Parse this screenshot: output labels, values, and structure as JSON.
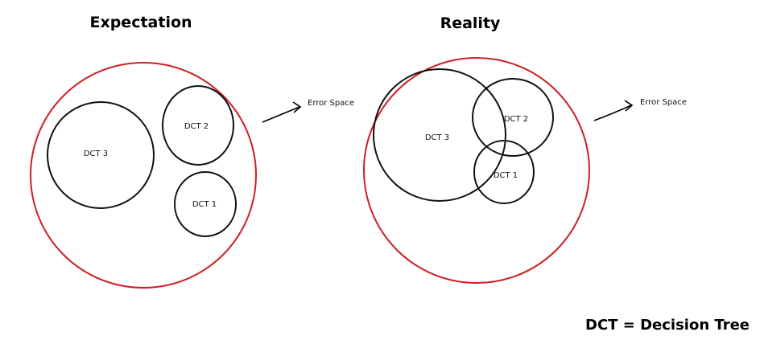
{
  "colors": {
    "boundary": "#cc1f24",
    "set": "#111111",
    "text": "#000000"
  },
  "panels": [
    {
      "title": "Expectation",
      "annotation": "Error Space",
      "circles": [
        {
          "label": "DCT 3"
        },
        {
          "label": "DCT 2"
        },
        {
          "label": "DCT 1"
        }
      ]
    },
    {
      "title": "Reality",
      "annotation": "Error Space",
      "circles": [
        {
          "label": "DCT 3"
        },
        {
          "label": "DCT 2"
        },
        {
          "label": "DCT 1"
        }
      ]
    }
  ],
  "footer": "DCT = Decision Tree"
}
